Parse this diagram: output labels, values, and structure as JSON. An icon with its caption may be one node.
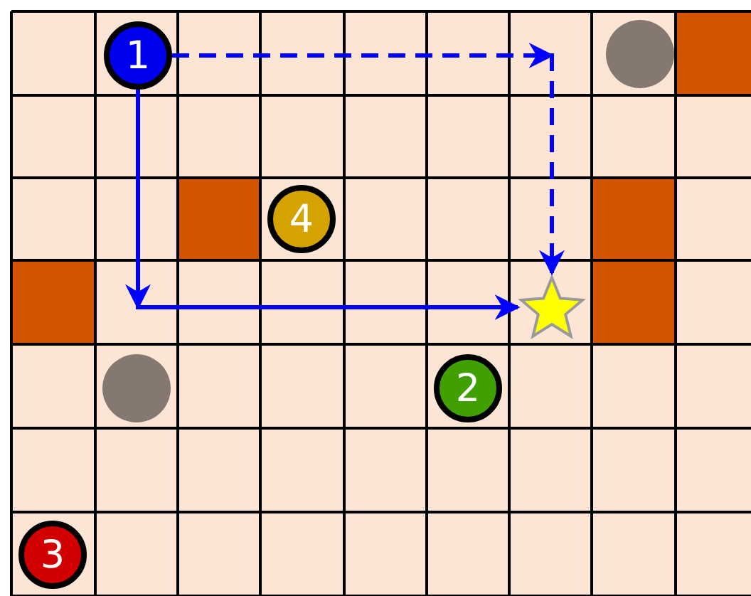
{
  "diagram": {
    "nodes": [
      {
        "text": [
          "1"
        ]
      },
      {
        "text": [],
        "shape": "circle"
      },
      {
        "text": [
          "4"
        ]
      },
      {
        "text": [],
        "shape": "star"
      },
      {
        "text": [],
        "shape": "circle"
      },
      {
        "text": [
          "2"
        ]
      },
      {
        "text": [
          "3"
        ]
      }
    ],
    "edges": [
      {
        "from": 0,
        "to": 3,
        "arrow": "to"
      },
      {
        "from": 0,
        "to": 3,
        "arrow": "to",
        "style": "dashed"
      }
    ]
  }
}
